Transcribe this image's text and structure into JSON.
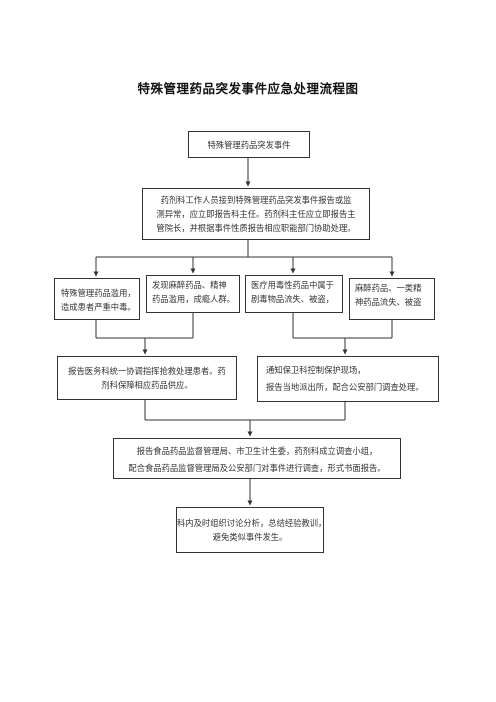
{
  "title": "特殊管理药品突发事件应急处理流程图",
  "nodes": {
    "start": [
      "特殊管理药品突发事件"
    ],
    "report": [
      "药剂科工作人员接到特殊管理药品突发事件报告或监",
      "测异常，应立即报告科主任。药剂科主任应立即报告主",
      "管院长，并根据事件性质报告相应职能部门协助处理。"
    ],
    "type_misuse": [
      "特殊管理药品滥用，",
      "造成患者严重中毒。"
    ],
    "type_abuse": [
      "发现麻醉药品、精神",
      "药品滥用，成瘾人群。"
    ],
    "type_toxic": [
      "医疗用毒性药品中属于",
      "剧毒物品流失、被盗，"
    ],
    "type_narcotic": [
      "麻醉药品、一类精",
      "神药品流失、被盗"
    ],
    "rescue": [
      "报告医务科统一协调指挥抢救处理患者。药",
      "剂科保障相应药品供应。"
    ],
    "security": [
      "通知保卫科控制保护现场，",
      "报告当地派出所，配合公安部门调查处理。"
    ],
    "supervise": [
      "报告食品药品监督管理局、市卫生计生委，药剂科成立调查小组，",
      "配合食品药品监督管理局及公安部门对事件进行调查，形式书面报告。"
    ],
    "summary": [
      "科内及时组织讨论分析，总结经验教训，",
      "避免类似事件发生。"
    ]
  }
}
